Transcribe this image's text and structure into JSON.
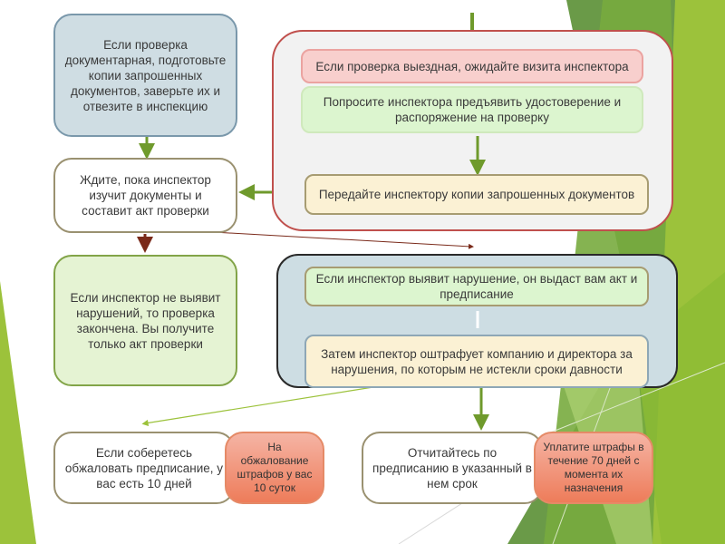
{
  "colors": {
    "accent_green": "#6f9a2c",
    "group_red_border": "#c0504d",
    "dark_red_arrow": "#7a2a1a",
    "orange_box": "#ee7c5a",
    "background_green_light": "#9cc23b",
    "background_green_dark": "#6a9a48"
  },
  "left_column": {
    "documentary_check": "Если проверка документарная, подготовьте копии запрошенных документов, заверьте их и отвезите в инспекцию",
    "wait_inspector": "Ждите, пока инспектор изучит документы и составит акт проверки",
    "no_violations": "Если инспектор не выявит нарушений, то проверка закончена. Вы получите только акт проверки"
  },
  "onsite_group": {
    "onsite_check": "Если проверка выездная, ожидайте визита инспектора",
    "ask_credentials": "Попросите инспектора предъявить удостоверение и распоряжение на проверку",
    "hand_over_copies": "Передайте инспектору копии запрошенных документов"
  },
  "violation_group": {
    "violation_found": "Если инспектор выявит нарушение, он выдаст вам акт и предписание",
    "fine_issued": "Затем инспектор оштрафует компанию и директора за нарушения, по которым не истекли сроки давности"
  },
  "bottom_row": {
    "appeal_order": "Если соберетесь обжаловать предписание, у вас есть 10 дней",
    "appeal_fines": "На обжалование штрафов у вас 10 суток",
    "report_order": "Отчитайтесь по предписанию в указанный в нем срок",
    "pay_fines": "Уплатите штрафы в течение 70 дней с момента их назначения"
  }
}
